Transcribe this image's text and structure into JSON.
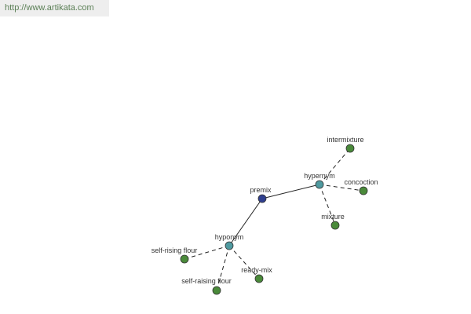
{
  "site": {
    "url": "http://www.artikata.com"
  },
  "colors": {
    "root": "#2f3f8f",
    "relation": "#4f9aa0",
    "term": "#4a8a3a",
    "stroke": "#333333",
    "edge": "#222222"
  },
  "graph": {
    "nodes": [
      {
        "id": "premix",
        "label": "premix",
        "kind": "root"
      },
      {
        "id": "hypernym",
        "label": "hypernym",
        "kind": "relation"
      },
      {
        "id": "hyponym",
        "label": "hyponym",
        "kind": "relation"
      },
      {
        "id": "intermixture",
        "label": "intermixture",
        "kind": "term"
      },
      {
        "id": "concoction",
        "label": "concoction",
        "kind": "term"
      },
      {
        "id": "mixture",
        "label": "mixture",
        "kind": "term"
      },
      {
        "id": "self-rising-flour",
        "label": "self-rising flour",
        "kind": "term"
      },
      {
        "id": "self-raising-flour",
        "label": "self-raising flour",
        "kind": "term"
      },
      {
        "id": "ready-mix",
        "label": "ready-mix",
        "kind": "term"
      }
    ],
    "edges": [
      {
        "from": "premix",
        "to": "hypernym",
        "style": "solid"
      },
      {
        "from": "premix",
        "to": "hyponym",
        "style": "solid"
      },
      {
        "from": "hypernym",
        "to": "intermixture",
        "style": "dashed"
      },
      {
        "from": "hypernym",
        "to": "concoction",
        "style": "dashed"
      },
      {
        "from": "hypernym",
        "to": "mixture",
        "style": "dashed"
      },
      {
        "from": "hyponym",
        "to": "self-rising-flour",
        "style": "dashed"
      },
      {
        "from": "hyponym",
        "to": "self-raising-flour",
        "style": "dashed"
      },
      {
        "from": "hyponym",
        "to": "ready-mix",
        "style": "dashed"
      }
    ]
  }
}
